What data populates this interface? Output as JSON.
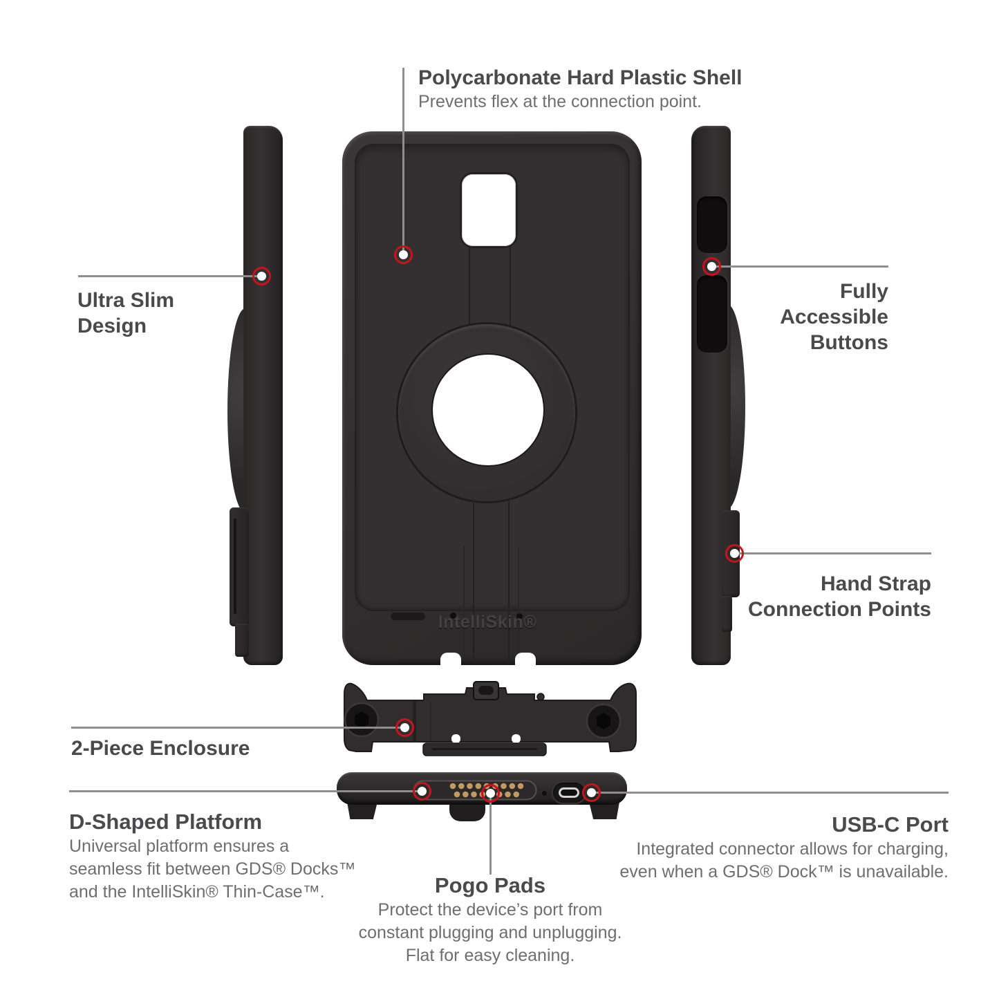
{
  "diagram": {
    "background": "#ffffff",
    "accent_red": "#c1161d",
    "line_gray": "#8e8e90",
    "heading_color": "#4a494b",
    "body_color": "#6e6d70",
    "case_color": "#333031",
    "pogo_gold": "#c09a5e"
  },
  "callouts": {
    "shell": {
      "title": "Polycarbonate Hard Plastic Shell",
      "body": "Prevents flex at the connection point."
    },
    "ultra_slim": {
      "lines": [
        "Ultra Slim",
        "Design"
      ]
    },
    "buttons": {
      "lines": [
        "Fully",
        "Accessible",
        "Buttons"
      ]
    },
    "hand_strap": {
      "lines": [
        "Hand Strap",
        "Connection Points"
      ]
    },
    "enclosure": {
      "title": "2-Piece Enclosure"
    },
    "platform": {
      "title": "D-Shaped Platform",
      "body_lines": [
        "Universal platform ensures a",
        "seamless fit between GDS® Docks™",
        "and the IntelliSkin® Thin-Case™."
      ]
    },
    "pogo": {
      "title": "Pogo Pads",
      "body_lines": [
        "Protect the device’s port from",
        "constant plugging and unplugging.",
        "Flat for easy cleaning."
      ]
    },
    "usbc": {
      "title": "USB-C Port",
      "body_lines": [
        "Integrated connector allows for charging,",
        "even when a GDS® Dock™ is unavailable."
      ]
    }
  },
  "device": {
    "brand_text": "IntelliSkin®"
  }
}
